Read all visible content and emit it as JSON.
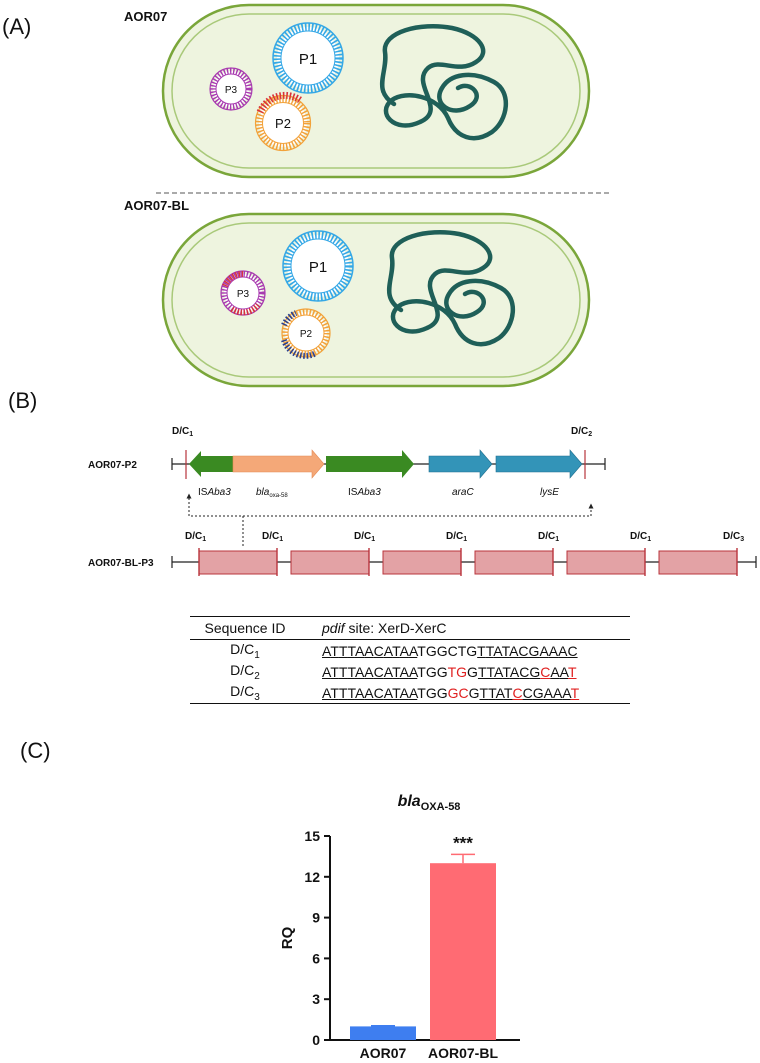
{
  "panel_a": {
    "label": "(A)",
    "cell_top": {
      "name": "AOR07",
      "plasmids": [
        "P1",
        "P2",
        "P3"
      ]
    },
    "cell_bottom": {
      "name": "AOR07-BL",
      "plasmids": [
        "P1",
        "P2",
        "P3"
      ]
    }
  },
  "panel_b": {
    "label": "(B)",
    "p2": {
      "name": "AOR07-P2",
      "left_site": "D/C1",
      "right_site": "D/C2",
      "genes": [
        "ISAba3",
        "blaOXA-58",
        "ISAba3",
        "araC",
        "lysE"
      ]
    },
    "p3": {
      "name": "AOR07-BL-P3",
      "sites": [
        "D/C1",
        "D/C1",
        "D/C1",
        "D/C1",
        "D/C1",
        "D/C1",
        "D/C3"
      ]
    },
    "table": {
      "headers": [
        "Sequence ID",
        "pdif site: XerD-XerC"
      ],
      "rows": [
        {
          "id": "D/C1",
          "seq": "ATTTAACATAATGGCTGTTATACGAAAC"
        },
        {
          "id": "D/C2",
          "seq": "ATTTAACATAATGGTGGTTATACGCAAT"
        },
        {
          "id": "D/C3",
          "seq": "ATTTAACATAATGGGCGTTATCCGAAAT"
        }
      ]
    }
  },
  "panel_c": {
    "label": "(C)"
  },
  "colors": {
    "cell_fill": "#eef4df",
    "cell_border": "#7aa63a",
    "chromosome": "#1f5f58",
    "is_gene": "#3a8a22",
    "bla_gene": "#f4a878",
    "other_gene": "#3394b8",
    "p3_box": "#e3a2a5",
    "p3_box_border": "#b8343c",
    "mutation": "#e02020",
    "bar_aor07": "#3e7ef0",
    "bar_aor07bl": "#ff6b73"
  },
  "chart_data": {
    "type": "bar",
    "title": "blaOXA-58",
    "categories": [
      "AOR07",
      "AOR07-BL"
    ],
    "values": [
      1.0,
      13.0
    ],
    "errors": [
      0.05,
      0.65
    ],
    "ylabel": "RQ",
    "xlabel": "",
    "ylim": [
      0,
      15
    ],
    "yticks": [
      0,
      3,
      6,
      9,
      12,
      15
    ],
    "annotations": [
      {
        "category": "AOR07-BL",
        "text": "***"
      }
    ],
    "grid": false
  }
}
